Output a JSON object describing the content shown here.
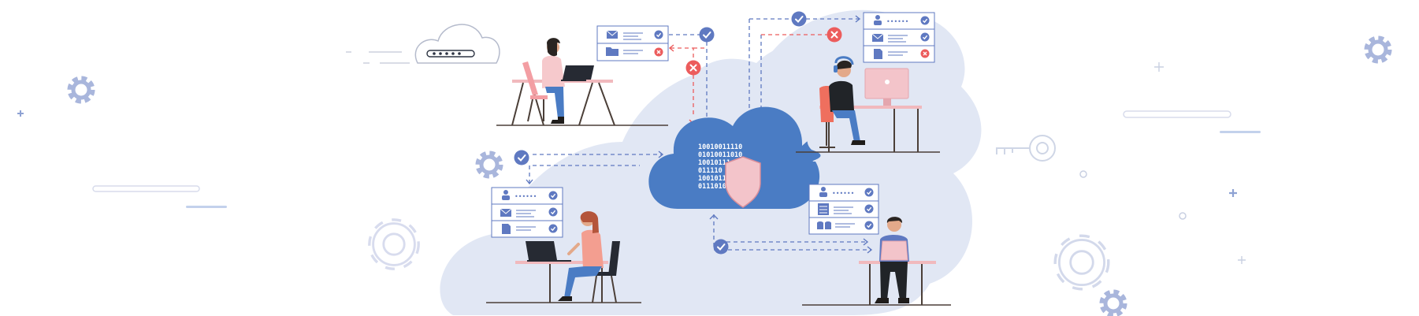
{
  "scene": {
    "binary_lines": [
      "10010011110",
      "01010011010",
      "10010111",
      "011110",
      "1001011",
      "0111010"
    ],
    "password_mask": "••••••",
    "colors": {
      "cloud_bg": "#e1e7f4",
      "cloud_main": "#4a7cc4",
      "accent_blue": "#5f79c1",
      "denied_red": "#ec5c5c",
      "shield_pink": "#f3c4ca",
      "line_gray": "#c9d0e2"
    },
    "icons": [
      "cloud-icon",
      "shield-icon",
      "gear-icon",
      "key-icon",
      "password-cloud-icon",
      "check-icon",
      "cross-icon",
      "user-icon",
      "mail-icon",
      "folder-icon",
      "document-icon",
      "server-icon",
      "database-icon",
      "laptop-icon",
      "monitor-icon"
    ]
  }
}
